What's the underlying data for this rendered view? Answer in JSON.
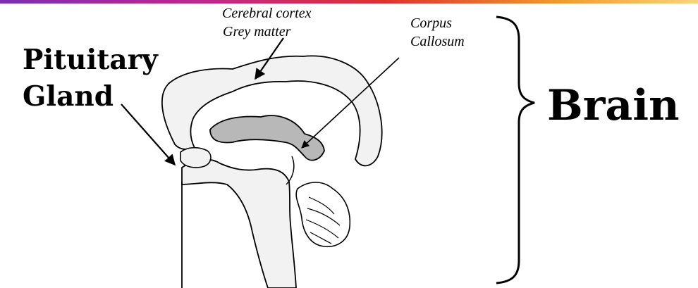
{
  "labels": {
    "cerebral_cortex": "Cerebral cortex",
    "grey_matter": "Grey matter",
    "corpus": "Corpus",
    "callosum": "Callosum",
    "pituitary": "Pituitary",
    "gland": "Gland",
    "brain": "Brain"
  },
  "colors": {
    "cortex_fill": "#f2f2f2",
    "callosum_fill": "#b8b8b8",
    "outline": "#000000"
  },
  "icons": {
    "arrow": "arrow-icon",
    "brace": "curly-brace-icon"
  }
}
